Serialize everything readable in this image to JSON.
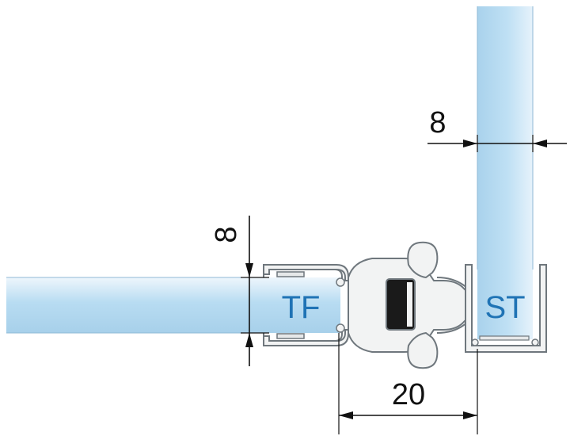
{
  "dimensions": {
    "top_thickness": "8",
    "left_thickness": "8",
    "profile_width": "20"
  },
  "labels": {
    "horizontal_glass": "TF",
    "vertical_glass": "ST"
  },
  "colors": {
    "glass_light": "#dcedf8",
    "glass_mid": "#a9d2ec",
    "glass_edge": "#8fb9d6",
    "label": "#1f73b5",
    "profile_stroke": "#6f777d",
    "profile_fill": "#f2f3f3",
    "magnet": "#1a1a1a",
    "dimension_line": "#111111"
  }
}
